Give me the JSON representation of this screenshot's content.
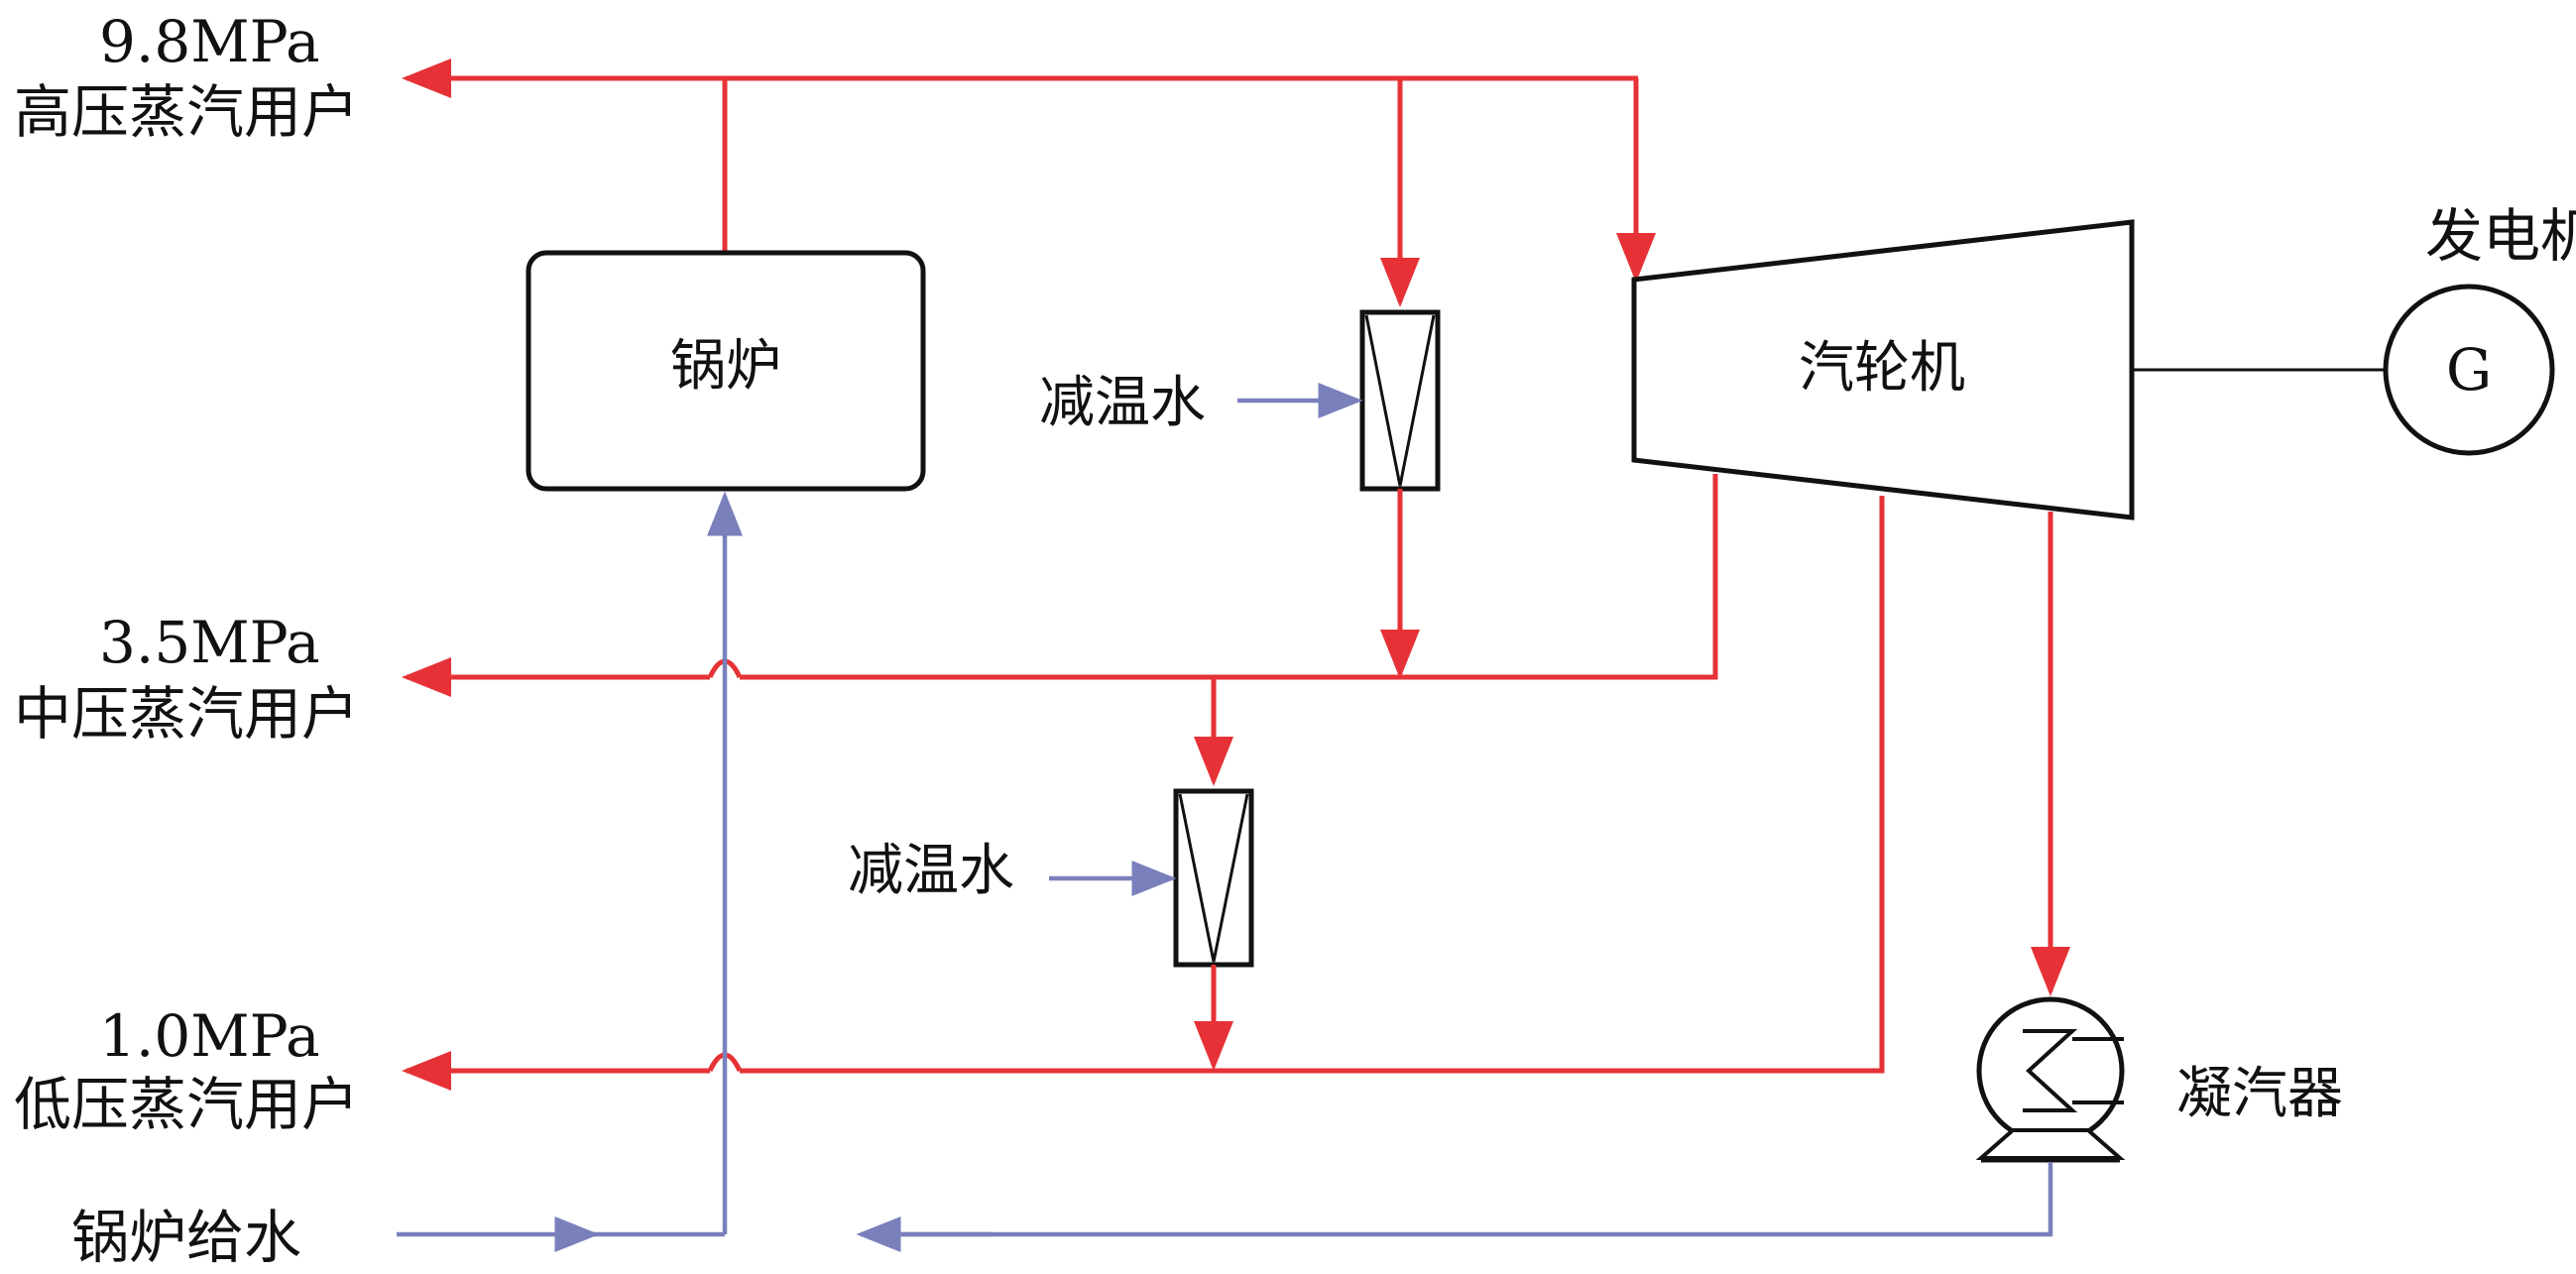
{
  "labels": {
    "hp_pressure": "9.8MPa",
    "hp_users": "高压蒸汽用户",
    "mp_pressure": "3.5MPa",
    "mp_users": "中压蒸汽用户",
    "lp_pressure": "1.0MPa",
    "lp_users": "低压蒸汽用户",
    "feedwater": "锅炉给水",
    "boiler": "锅炉",
    "attemperation_water_1": "减温水",
    "attemperation_water_2": "减温水",
    "turbine": "汽轮机",
    "generator_label": "发电机",
    "generator_symbol": "G",
    "condenser": "凝汽器"
  },
  "colors": {
    "steam": "#e63236",
    "water": "#7a80bb",
    "outline": "#111111"
  }
}
